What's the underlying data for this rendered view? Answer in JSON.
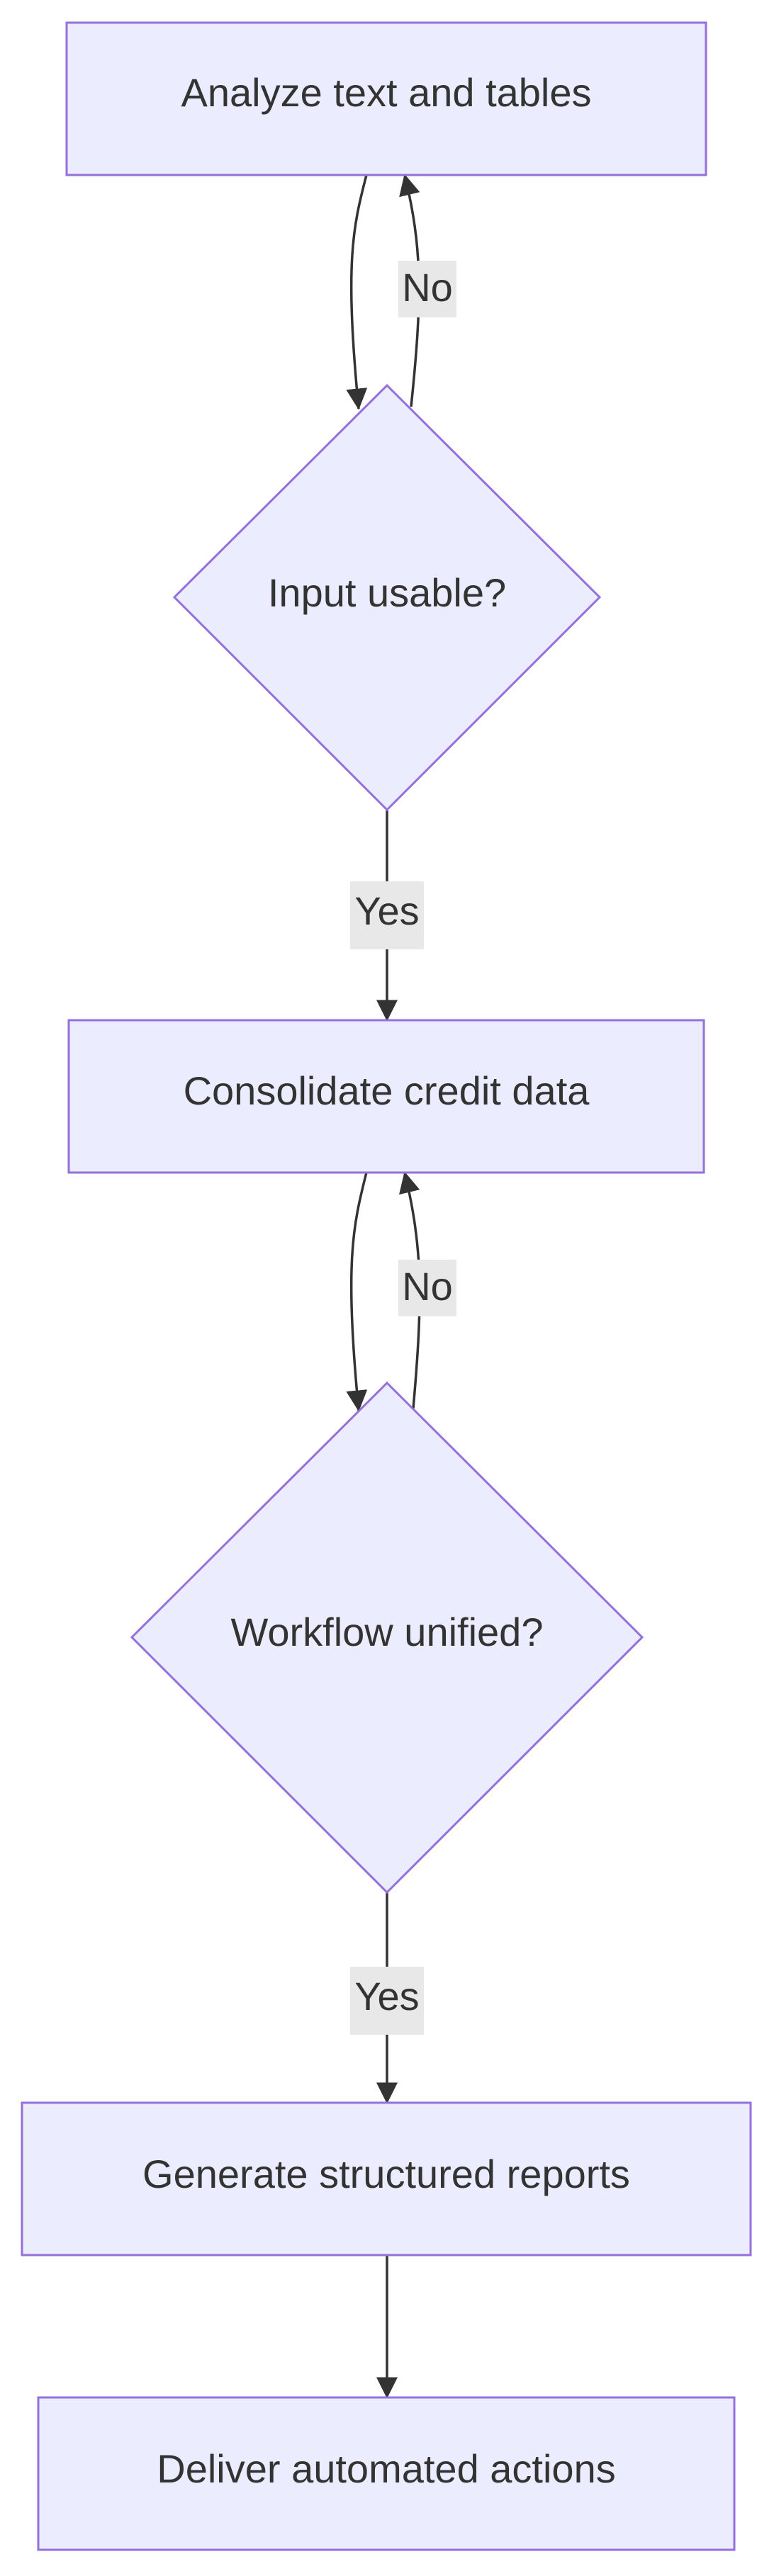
{
  "colors": {
    "node_fill": "#ECECFF",
    "node_stroke": "#9370DB",
    "edge": "#333333",
    "text": "#333333",
    "edge_label_bg": "#e8e8e8"
  },
  "nodes": {
    "analyze": "Analyze text and tables",
    "input_check": "Input usable?",
    "consolidate": "Consolidate credit data",
    "workflow_check": "Workflow unified?",
    "generate": "Generate structured reports",
    "deliver": "Deliver automated actions"
  },
  "edge_labels": {
    "input_no": "No",
    "input_yes": "Yes",
    "workflow_no": "No",
    "workflow_yes": "Yes"
  }
}
